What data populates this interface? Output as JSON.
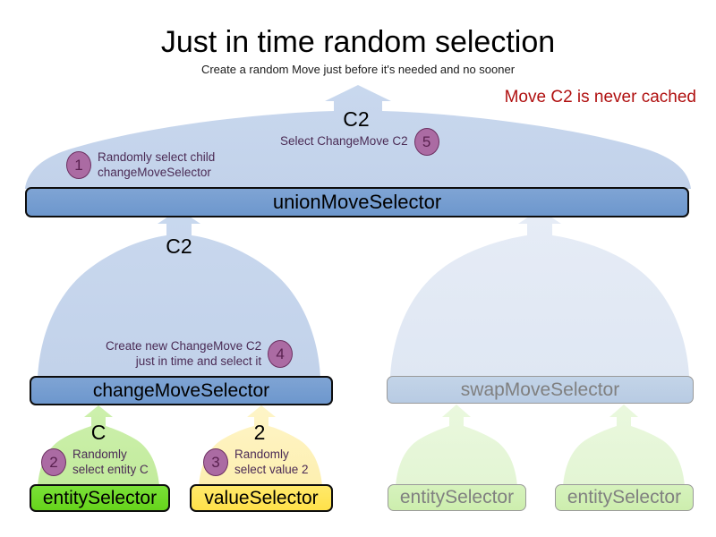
{
  "header": {
    "title": "Just in time random selection",
    "subtitle": "Create a random Move just before it's needed and no sooner",
    "callout": "Move C2 is never cached",
    "callout_color": "#b01010"
  },
  "diagram": {
    "type": "selector-tree",
    "nodes": [
      {
        "id": "unionMoveSelector",
        "label": "unionMoveSelector",
        "state": "active",
        "color": "#6d97cd"
      },
      {
        "id": "changeMoveSelector",
        "label": "changeMoveSelector",
        "state": "active",
        "color": "#6d97cd"
      },
      {
        "id": "swapMoveSelector",
        "label": "swapMoveSelector",
        "state": "faded",
        "color": "#b8cbe3"
      },
      {
        "id": "entitySelector1",
        "label": "entitySelector",
        "state": "active",
        "color": "#66d41b"
      },
      {
        "id": "valueSelector1",
        "label": "valueSelector",
        "state": "active",
        "color": "#ffe14a"
      },
      {
        "id": "entitySelector2",
        "label": "entitySelector",
        "state": "faded",
        "color": "#cdeeae"
      },
      {
        "id": "entitySelector3",
        "label": "entitySelector",
        "state": "faded",
        "color": "#cdeeae"
      }
    ],
    "move_labels": {
      "union": "C2",
      "change": "C2",
      "entity": "C",
      "value": "2"
    },
    "annotations": [
      {
        "number": "1",
        "text": "Randomly select child\nchangeMoveSelector",
        "align": "left"
      },
      {
        "number": "2",
        "text": "Randomly\nselect entity C",
        "align": "left"
      },
      {
        "number": "3",
        "text": "Randomly\nselect value 2",
        "align": "left"
      },
      {
        "number": "4",
        "text": "Create new ChangeMove C2\njust in time and select it",
        "align": "right"
      },
      {
        "number": "5",
        "text": "Select ChangeMove C2",
        "align": "right"
      }
    ],
    "bubble_color": "#ab6ba3",
    "fan_colors": {
      "blue_active": "#c5d5ec",
      "blue_faded": "#e3eaf5",
      "green_active": "#c7eda4",
      "green_faded": "#e6f5d8",
      "yellow_active": "#fdf0b8"
    }
  }
}
